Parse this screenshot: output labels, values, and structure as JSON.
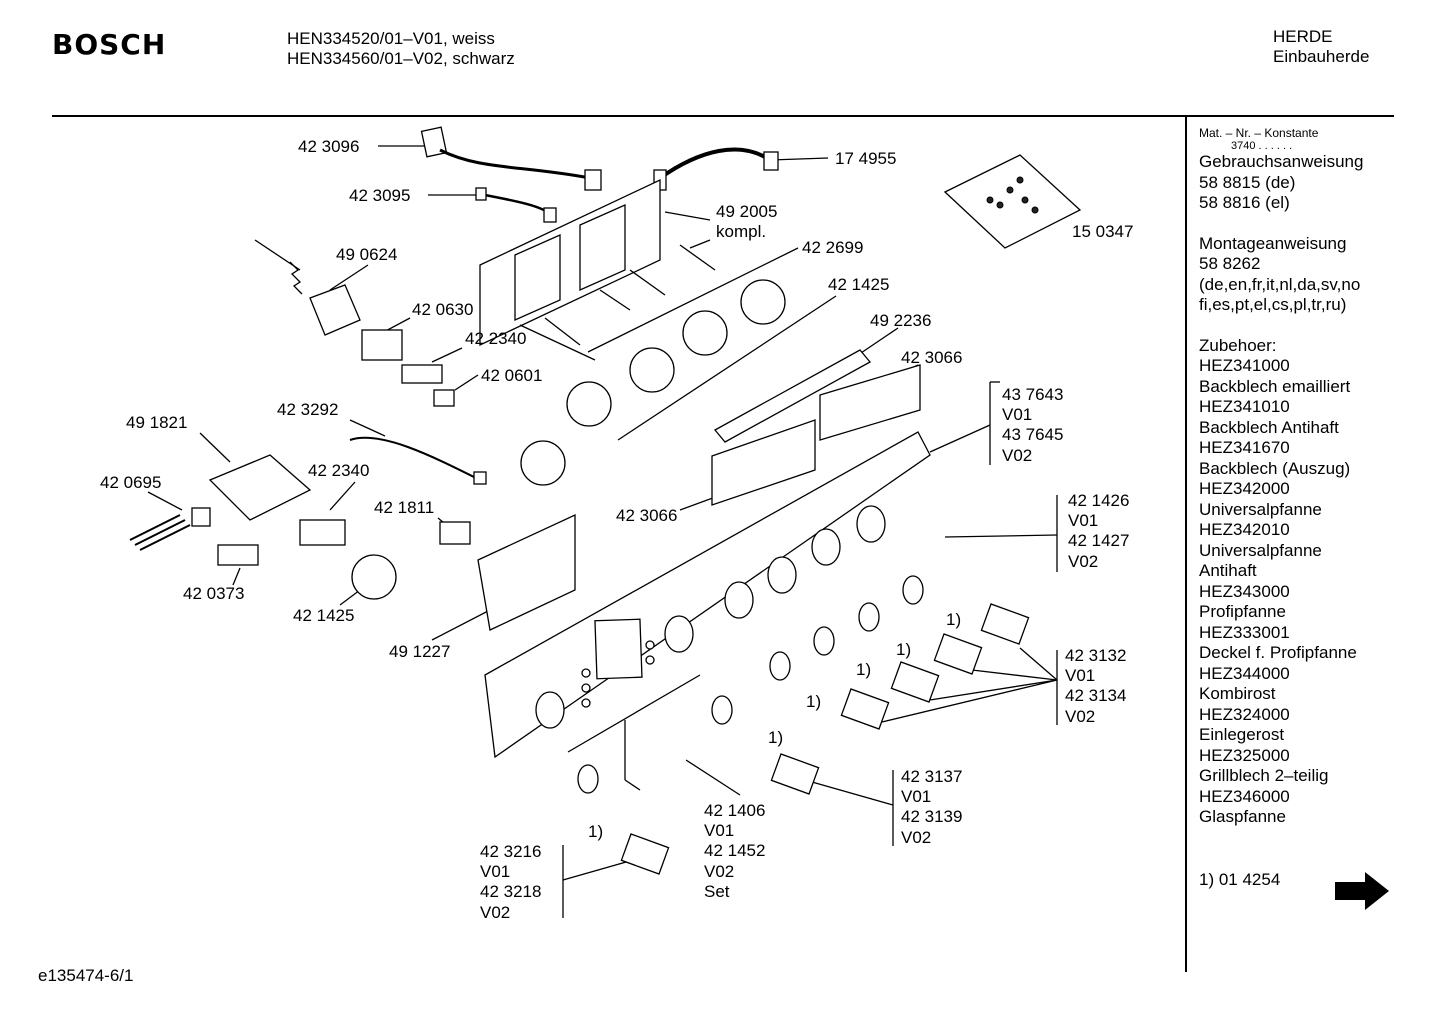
{
  "header": {
    "brand": "BOSCH",
    "models": [
      "HEN334520/01–V01, weiss",
      "HEN334560/01–V02, schwarz"
    ],
    "category": [
      "HERDE",
      "Einbauherde"
    ]
  },
  "sidebar": {
    "const_label": "Mat. – Nr. – Konstante",
    "const_value": "3740 . . . . . .",
    "groups": [
      [
        "Gebrauchsanweisung",
        "58 8815 (de)",
        "58 8816 (el)"
      ],
      [
        "Montageanweisung",
        "58 8262",
        "(de,en,fr,it,nl,da,sv,no",
        "fi,es,pt,el,cs,pl,tr,ru)"
      ],
      [
        "Zubehoer:",
        "HEZ341000",
        "Backblech emailliert",
        "HEZ341010",
        "Backblech Antihaft",
        "HEZ341670",
        "Backblech (Auszug)",
        "HEZ342000",
        "Universalpfanne",
        "HEZ342010",
        "Universalpfanne",
        "Antihaft",
        "HEZ343000",
        "Profipfanne",
        "HEZ333001",
        "Deckel f. Profipfanne",
        "HEZ344000",
        "Kombirost",
        "HEZ324000",
        "Einlegerost",
        "HEZ325000",
        "Grillblech 2–teilig",
        "HEZ346000",
        "Glaspfanne"
      ]
    ],
    "footnote": "1) 01 4254"
  },
  "labels": [
    {
      "id": "p423096",
      "lines": [
        "42 3096"
      ]
    },
    {
      "id": "p174955",
      "lines": [
        "17 4955"
      ]
    },
    {
      "id": "p423095",
      "lines": [
        "42 3095"
      ]
    },
    {
      "id": "p492005",
      "lines": [
        "49 2005",
        "kompl."
      ]
    },
    {
      "id": "p150347",
      "lines": [
        "15 0347"
      ]
    },
    {
      "id": "p422699",
      "lines": [
        "42 2699"
      ]
    },
    {
      "id": "p490624",
      "lines": [
        "49 0624"
      ]
    },
    {
      "id": "p421425a",
      "lines": [
        "42 1425"
      ]
    },
    {
      "id": "p420630",
      "lines": [
        "42 0630"
      ]
    },
    {
      "id": "p492236",
      "lines": [
        "49 2236"
      ]
    },
    {
      "id": "p422340a",
      "lines": [
        "42 2340"
      ]
    },
    {
      "id": "p423066a",
      "lines": [
        "42 3066"
      ]
    },
    {
      "id": "p420601",
      "lines": [
        "42 0601"
      ]
    },
    {
      "id": "p423292",
      "lines": [
        "42 3292"
      ]
    },
    {
      "id": "p491821",
      "lines": [
        "49 1821"
      ]
    },
    {
      "id": "p437643",
      "lines": [
        "43 7643",
        "V01",
        "43 7645",
        "V02"
      ]
    },
    {
      "id": "p422340b",
      "lines": [
        "42 2340"
      ]
    },
    {
      "id": "p420695",
      "lines": [
        "42 0695"
      ]
    },
    {
      "id": "p421811",
      "lines": [
        "42 1811"
      ]
    },
    {
      "id": "p421426",
      "lines": [
        "42 1426",
        "V01",
        "42 1427",
        "V02"
      ]
    },
    {
      "id": "p423066b",
      "lines": [
        "42 3066"
      ]
    },
    {
      "id": "p420373",
      "lines": [
        "42 0373"
      ]
    },
    {
      "id": "p421425b",
      "lines": [
        "42 1425"
      ]
    },
    {
      "id": "p491227",
      "lines": [
        "49 1227"
      ]
    },
    {
      "id": "p423132",
      "lines": [
        "42 3132",
        "V01",
        "42 3134",
        "V02"
      ]
    },
    {
      "id": "p423137",
      "lines": [
        "42 3137",
        "V01",
        "42 3139",
        "V02"
      ]
    },
    {
      "id": "p421406",
      "lines": [
        "42 1406",
        "V01",
        "42 1452",
        "V02",
        "Set"
      ]
    },
    {
      "id": "p423216",
      "lines": [
        "42 3216",
        "V01",
        "42 3218",
        "V02"
      ]
    },
    {
      "id": "fn1",
      "lines": [
        "1)"
      ]
    },
    {
      "id": "fn2",
      "lines": [
        "1)"
      ]
    },
    {
      "id": "fn3",
      "lines": [
        "1)"
      ]
    },
    {
      "id": "fn4",
      "lines": [
        "1)"
      ]
    },
    {
      "id": "fn5",
      "lines": [
        "1)"
      ]
    },
    {
      "id": "fn6",
      "lines": [
        "1)"
      ]
    }
  ],
  "footer": {
    "code": "e135474-6/1"
  },
  "icons": {
    "next": "arrow-right-icon"
  }
}
